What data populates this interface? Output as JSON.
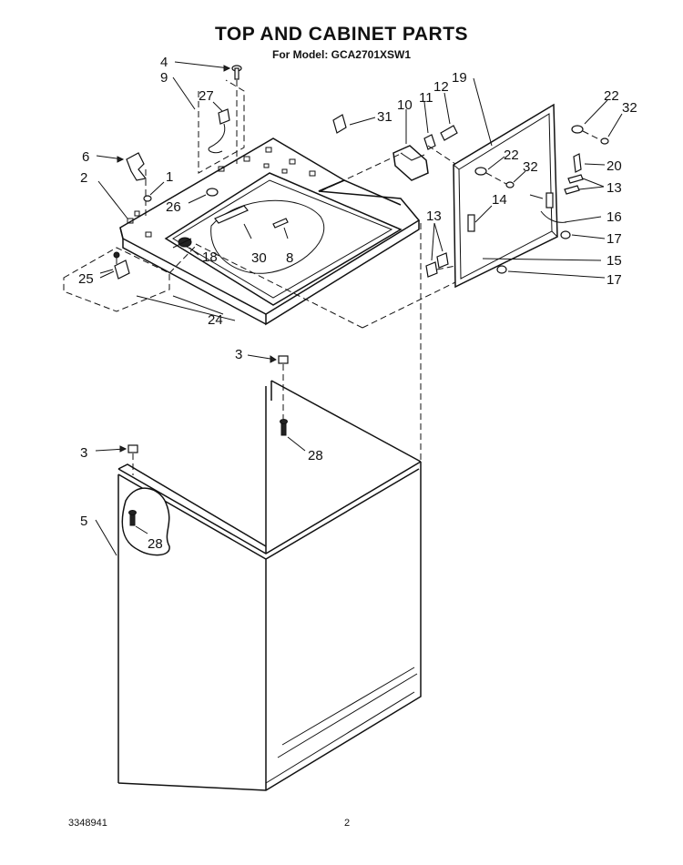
{
  "header": {
    "title": "TOP AND CABINET PARTS",
    "subtitle": "For Model: GCA2701XSW1"
  },
  "footer": {
    "doc_number": "3348941",
    "page_number": "2"
  },
  "callouts": [
    {
      "id": "c4",
      "text": "4"
    },
    {
      "id": "c9",
      "text": "9"
    },
    {
      "id": "c27",
      "text": "27"
    },
    {
      "id": "c6",
      "text": "6"
    },
    {
      "id": "c1",
      "text": "1"
    },
    {
      "id": "c2",
      "text": "2"
    },
    {
      "id": "c26",
      "text": "26"
    },
    {
      "id": "c31",
      "text": "31"
    },
    {
      "id": "c10",
      "text": "10"
    },
    {
      "id": "c11",
      "text": "11"
    },
    {
      "id": "c12",
      "text": "12"
    },
    {
      "id": "c19",
      "text": "19"
    },
    {
      "id": "c22a",
      "text": "22"
    },
    {
      "id": "c32a",
      "text": "32"
    },
    {
      "id": "c22b",
      "text": "22"
    },
    {
      "id": "c32b",
      "text": "32"
    },
    {
      "id": "c20",
      "text": "20"
    },
    {
      "id": "c13a",
      "text": "13"
    },
    {
      "id": "c14",
      "text": "14"
    },
    {
      "id": "c16",
      "text": "16"
    },
    {
      "id": "c17a",
      "text": "17"
    },
    {
      "id": "c13b",
      "text": "13"
    },
    {
      "id": "c15",
      "text": "15"
    },
    {
      "id": "c17b",
      "text": "17"
    },
    {
      "id": "c30",
      "text": "30"
    },
    {
      "id": "c8",
      "text": "8"
    },
    {
      "id": "c18",
      "text": "18"
    },
    {
      "id": "c25",
      "text": "25"
    },
    {
      "id": "c24",
      "text": "24"
    },
    {
      "id": "c3a",
      "text": "3"
    },
    {
      "id": "c28a",
      "text": "28"
    },
    {
      "id": "c3b",
      "text": "3"
    },
    {
      "id": "c5",
      "text": "5"
    },
    {
      "id": "c28b",
      "text": "28"
    }
  ]
}
